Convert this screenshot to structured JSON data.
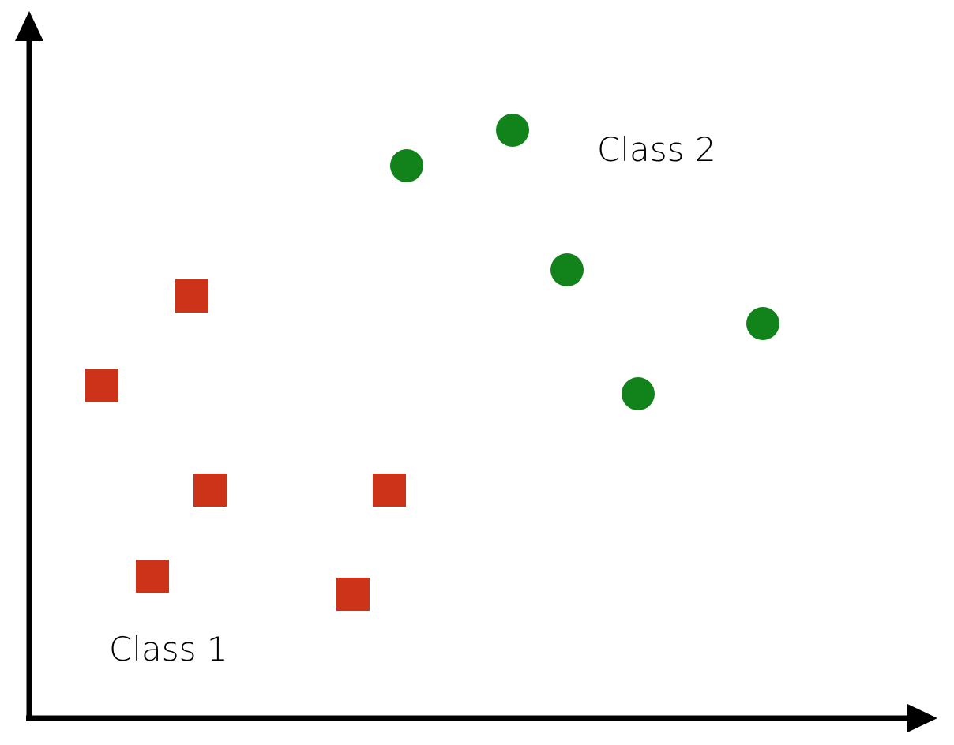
{
  "chart_data": {
    "type": "scatter",
    "title": "",
    "xlabel": "",
    "ylabel": "",
    "grid": false,
    "legend": "none",
    "series": [
      {
        "class_label": "Class 1",
        "marker": "square",
        "color": "#cc3319",
        "points": [
          {
            "x": 2.06,
            "y": 5.35
          },
          {
            "x": 0.92,
            "y": 4.22
          },
          {
            "x": 2.29,
            "y": 2.89
          },
          {
            "x": 4.56,
            "y": 2.89
          },
          {
            "x": 1.56,
            "y": 1.8
          },
          {
            "x": 4.1,
            "y": 1.57
          }
        ]
      },
      {
        "class_label": "Class 2",
        "marker": "circle",
        "color": "#12821a",
        "points": [
          {
            "x": 4.78,
            "y": 7.0
          },
          {
            "x": 6.12,
            "y": 7.45
          },
          {
            "x": 6.81,
            "y": 5.68
          },
          {
            "x": 9.29,
            "y": 5.0
          },
          {
            "x": 7.71,
            "y": 4.11
          }
        ]
      }
    ]
  }
}
